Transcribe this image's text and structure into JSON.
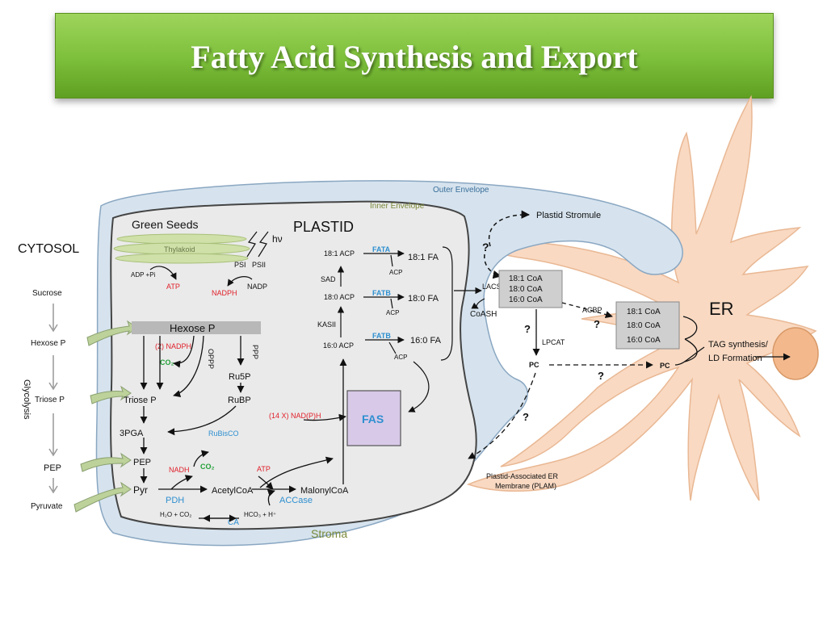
{
  "title": "Fatty Acid Synthesis and Export",
  "colors": {
    "banner": "#7cbf3a",
    "red_label": "#e0202a",
    "green_label": "#22a038",
    "blue_label": "#2e8fd0",
    "er": "#f9d9c2",
    "stroma": "#d6e3ee"
  },
  "regions": {
    "cytosol": "CYTOSOL",
    "plastid": "PLASTID",
    "outer_envelope": "Outer Envelope",
    "inner_envelope": "Inner Envelope",
    "stroma": "Stroma",
    "er": "ER",
    "plastid_stromule": "Plastid Stromule",
    "plam_line1": "Plastid-Associated ER",
    "plam_line2": "Membrane (PLAM)"
  },
  "cytosol": {
    "sucrose": "Sucrose",
    "hexose_p": "Hexose P",
    "triose_p": "Triose P",
    "pep": "PEP",
    "pyruvate": "Pyruvate",
    "glycolysis": "Glycolysis"
  },
  "light": {
    "green_seeds": "Green Seeds",
    "thylakoid": "Thylakoid",
    "hv": "hν",
    "psi": "PSI",
    "psii": "PSII",
    "adp_pi": "ADP +Pi",
    "atp": "ATP",
    "nadph": "NADPH",
    "nadp": "NADP"
  },
  "metabolism": {
    "hexose_p": "Hexose P",
    "nadph2": "(2) NADPH",
    "co2": "CO₂",
    "oppp": "OPPP",
    "ppp": "PPP",
    "ru5p": "Ru5P",
    "rubp": "RuBP",
    "triose_p": "Triose P",
    "pga3": "3PGA",
    "rubisco": "RuBisCO",
    "pep": "PEP",
    "pyr": "Pyr",
    "nadh": "NADH",
    "co2b": "CO₂",
    "pdh": "PDH",
    "acetylcoa": "AcetylCoA",
    "atp": "ATP",
    "accase": "ACCase",
    "malonylcoa": "MalonylCoA",
    "h2o_co2": "H₂O + CO₂",
    "ca": "CA",
    "hco3": "HCO₃ + H⁺",
    "nadph14": "(14 X) NAD(P)H",
    "fas": "FAS"
  },
  "acp": {
    "acp181": "18:1 ACP",
    "fata": "FATA",
    "fa181": "18:1 FA",
    "acp_a": "ACP",
    "sad": "SAD",
    "acp180": "18:0 ACP",
    "fatb1": "FATB",
    "fa180": "18:0 FA",
    "acp_b": "ACP",
    "kasii": "KASII",
    "acp160": "16:0 ACP",
    "fatb2": "FATB",
    "fa160": "16:0 FA",
    "acp_c": "ACP"
  },
  "export": {
    "lacs": "LACS",
    "coash": "CoASH",
    "pool1": [
      "18:1 CoA",
      "18:0 CoA",
      "16:0 CoA"
    ],
    "acbp": "ACBP",
    "pool2": [
      "18:1 CoA",
      "18:0 CoA",
      "16:0 CoA"
    ],
    "lpcat": "LPCAT",
    "pc1": "PC",
    "pc2": "PC",
    "q1": "?",
    "q2": "?",
    "q3": "?",
    "q4": "?",
    "q5": "?",
    "tag1": "TAG synthesis/",
    "tag2": "LD Formation"
  }
}
